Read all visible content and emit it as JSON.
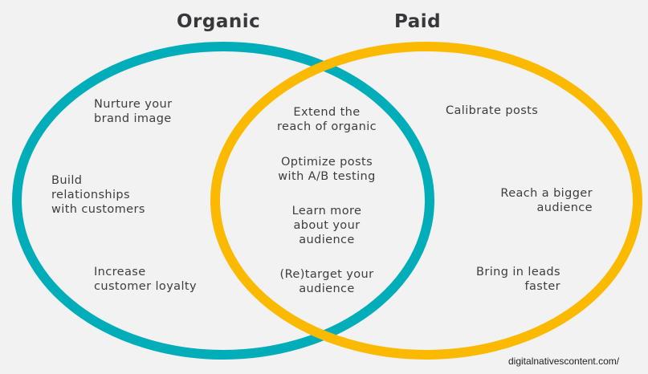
{
  "colors": {
    "organic": "#00adb9",
    "paid": "#fbb900",
    "background": "#f2f2f2"
  },
  "titles": {
    "organic": "Organic",
    "paid": "Paid"
  },
  "organic_items": [
    "Nurture your\nbrand image",
    "Build\nrelationships\nwith customers",
    "Increase\ncustomer loyalty"
  ],
  "shared_items": [
    "Extend the\nreach of organic",
    "Optimize posts\nwith A/B testing",
    "Learn more\nabout your\naudience",
    "(Re)target your\naudience"
  ],
  "paid_items": [
    "Calibrate posts",
    "Reach a bigger\naudience",
    "Bring in leads\nfaster"
  ],
  "credit": "digitalnativescontent.com/"
}
